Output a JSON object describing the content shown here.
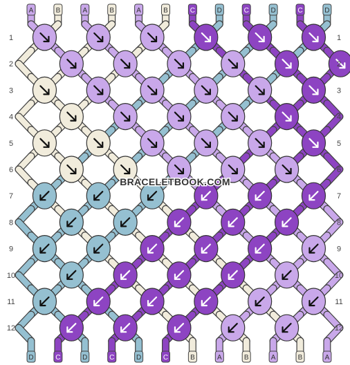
{
  "site": {
    "watermark": "BRACELETBOOK.COM"
  },
  "colors": {
    "A": "#c9a8ea",
    "B": "#f1ecdc",
    "C": "#8d44c2",
    "D": "#95c0d1"
  },
  "strands": {
    "top": [
      "A",
      "B",
      "A",
      "B",
      "A",
      "B",
      "C",
      "D",
      "C",
      "D",
      "C",
      "D"
    ],
    "bottom": [
      "D",
      "C",
      "D",
      "C",
      "D",
      "C",
      "B",
      "A",
      "B",
      "A",
      "B",
      "A"
    ]
  },
  "rows": {
    "left": [
      "1",
      "2",
      "3",
      "4",
      "5",
      "6",
      "7",
      "8",
      "9",
      "10",
      "11",
      "12"
    ],
    "right": [
      "1",
      "2",
      "3",
      "4",
      "5",
      "6",
      "7",
      "8",
      "9",
      "10",
      "11",
      "12"
    ]
  },
  "knots": [
    [
      "A-r",
      "A-r",
      "A-r",
      "C-r",
      "C-r",
      "C-r"
    ],
    [
      "A-r",
      "A-r",
      "A-r",
      "A-r",
      "C-r",
      "C-r"
    ],
    [
      "B-r",
      "A-r",
      "A-r",
      "A-r",
      "A-r",
      "C-r"
    ],
    [
      "B-r",
      "A-r",
      "A-r",
      "A-r",
      "C-r"
    ],
    [
      "B-r",
      "B-r",
      "A-r",
      "A-r",
      "A-r",
      "C-r"
    ],
    [
      "B-r",
      "B-r",
      "A-r",
      "A-r",
      "A-r"
    ],
    [
      "D-l",
      "D-l",
      "D-l",
      "C-l",
      "C-l",
      "C-l"
    ],
    [
      "D-l",
      "D-l",
      "C-l",
      "C-l",
      "C-l"
    ],
    [
      "D-l",
      "D-l",
      "C-l",
      "C-l",
      "C-l",
      "A-l"
    ],
    [
      "D-l",
      "C-l",
      "C-l",
      "C-l",
      "A-l"
    ],
    [
      "D-l",
      "C-l",
      "C-l",
      "C-l",
      "A-l",
      "A-l"
    ],
    [
      "C-l",
      "C-l",
      "C-l",
      "A-l",
      "A-l"
    ]
  ]
}
